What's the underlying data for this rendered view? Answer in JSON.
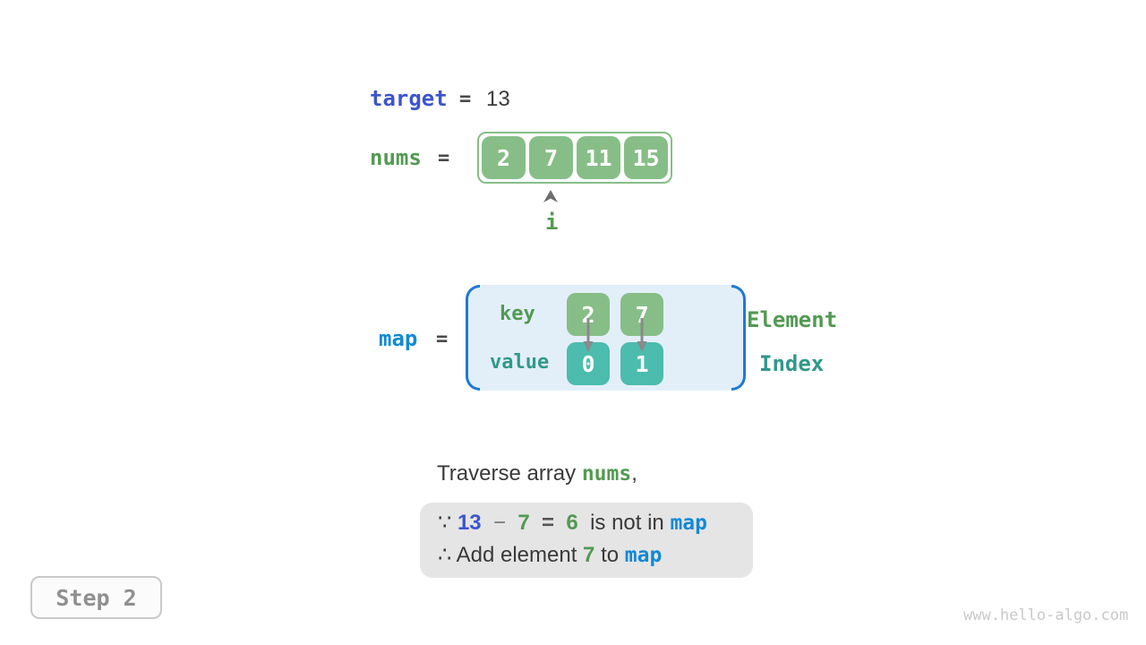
{
  "colors": {
    "indigo": "#3C55D0",
    "blue": "#1389D6",
    "green": "#529A52",
    "teal": "#31988A",
    "green_fill": "#87BE87",
    "teal_fill": "#4BBCAE",
    "map_bg": "#E2EFF9",
    "bracket_blue": "#1D7AD4",
    "note_bg": "#E5E5E5",
    "dark": "#3A3A3A",
    "gray_arrow": "#8A8A8A",
    "step_gray": "#8F8F8F"
  },
  "target_row": {
    "label": "target",
    "equals": "=",
    "value": "13"
  },
  "nums_row": {
    "label": "nums",
    "equals": "=",
    "cells": [
      "2",
      "7",
      "11",
      "15"
    ],
    "pointer_label": "i"
  },
  "map_row": {
    "label": "map",
    "equals": "=",
    "key_label": "key",
    "value_label": "value",
    "keys": [
      "2",
      "7"
    ],
    "values": [
      "0",
      "1"
    ],
    "element_label": "Element",
    "index_label": "Index"
  },
  "caption": {
    "prefix": "Traverse array ",
    "code": "nums",
    "suffix": ","
  },
  "note": {
    "line1": {
      "because": "∵ ",
      "minuend": "13",
      "minus": "  −  ",
      "subtrahend": "7",
      "equals": "  =  ",
      "difference": "6",
      "text": "  is not in ",
      "map": "map"
    },
    "line2": {
      "prefix": "∴ Add element ",
      "element": "7",
      "middle": " to ",
      "map": "map"
    }
  },
  "step_badge": "Step 2",
  "watermark": "www.hello-algo.com"
}
